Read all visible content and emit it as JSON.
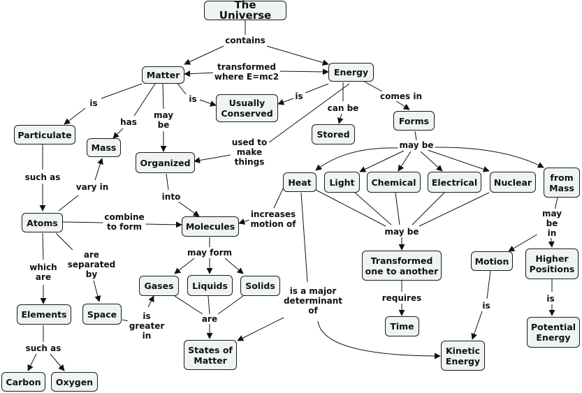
{
  "nodes": {
    "universe": "The Universe",
    "matter": "Matter",
    "energy": "Energy",
    "usually_conserved": "Usually\nConserved",
    "particulate": "Particulate",
    "mass": "Mass",
    "organized": "Organized",
    "stored": "Stored",
    "forms": "Forms",
    "heat": "Heat",
    "light": "Light",
    "chemical": "Chemical",
    "electrical": "Electrical",
    "nuclear": "Nuclear",
    "from_mass": "from\nMass",
    "atoms": "Atoms",
    "molecules": "Molecules",
    "transformed": "Transformed\none to another",
    "motion": "Motion",
    "higher_positions": "Higher\nPositions",
    "elements": "Elements",
    "space": "Space",
    "gases": "Gases",
    "liquids": "Liquids",
    "solids": "Solids",
    "time": "Time",
    "potential_energy": "Potential\nEnergy",
    "states_of_matter": "States of\nMatter",
    "kinetic_energy": "Kinetic\nEnergy",
    "carbon": "Carbon",
    "oxygen": "Oxygen"
  },
  "links": {
    "contains": "contains",
    "transformed_where": "transformed\nwhere E=mc2",
    "is_matter_conserved": "is",
    "is_energy_conserved": "is",
    "is_particulate": "is",
    "has": "has",
    "may_be_organized": "may\nbe",
    "can_be": "can be",
    "comes_in": "comes in",
    "used_to_make": "used to\nmake\nthings",
    "may_be_forms": "may be",
    "such_as_atoms": "such as",
    "vary_in": "vary in",
    "into": "into",
    "combine_to_form": "combine\nto form",
    "increases_motion": "increases\nmotion of",
    "may_be_transformed": "may be",
    "may_be_in": "may be\nin",
    "which_are": "which\nare",
    "are_separated": "are\nseparated\nby",
    "may_form": "may form",
    "requires": "requires",
    "is_kinetic": "is",
    "is_potential": "is",
    "is_greater": "is\ngreater\nin",
    "are_states": "are",
    "major_determinant": "is a major\ndeterminant\nof",
    "such_as_elements": "such as"
  }
}
